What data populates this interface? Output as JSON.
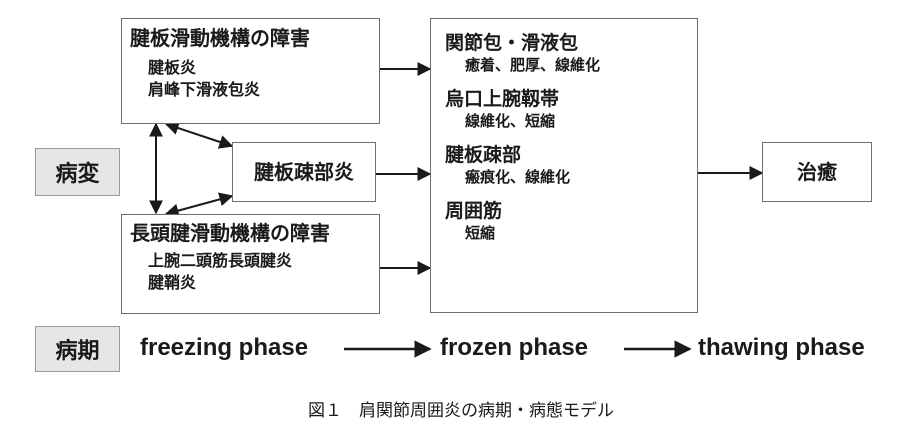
{
  "labels": {
    "pathology": "病変",
    "stage": "病期"
  },
  "tendon_box": {
    "title": "腱板滑動機構の障害",
    "items": [
      "腱板炎",
      "肩峰下滑液包炎"
    ]
  },
  "cuff_box": {
    "title": "腱板疎部炎"
  },
  "biceps_box": {
    "title": "長頭腱滑動機構の障害",
    "items": [
      "上腕二頭筋長頭腱炎",
      "腱鞘炎"
    ]
  },
  "changes_box": {
    "groups": [
      {
        "title": "関節包・滑液包",
        "detail": "癒着、肥厚、線維化"
      },
      {
        "title": "烏口上腕靱帯",
        "detail": "線維化、短縮"
      },
      {
        "title": "腱板疎部",
        "detail": "瘢痕化、線維化"
      },
      {
        "title": "周囲筋",
        "detail": "短縮"
      }
    ]
  },
  "healing_box": {
    "title": "治癒"
  },
  "phases": [
    "freezing phase",
    "frozen phase",
    "thawing phase"
  ],
  "caption": "図１　肩関節周囲炎の病期・病態モデル",
  "colors": {
    "border": "#6e6e6e",
    "label_fill": "#e6e6e6",
    "arrow": "#1a1a1a"
  }
}
